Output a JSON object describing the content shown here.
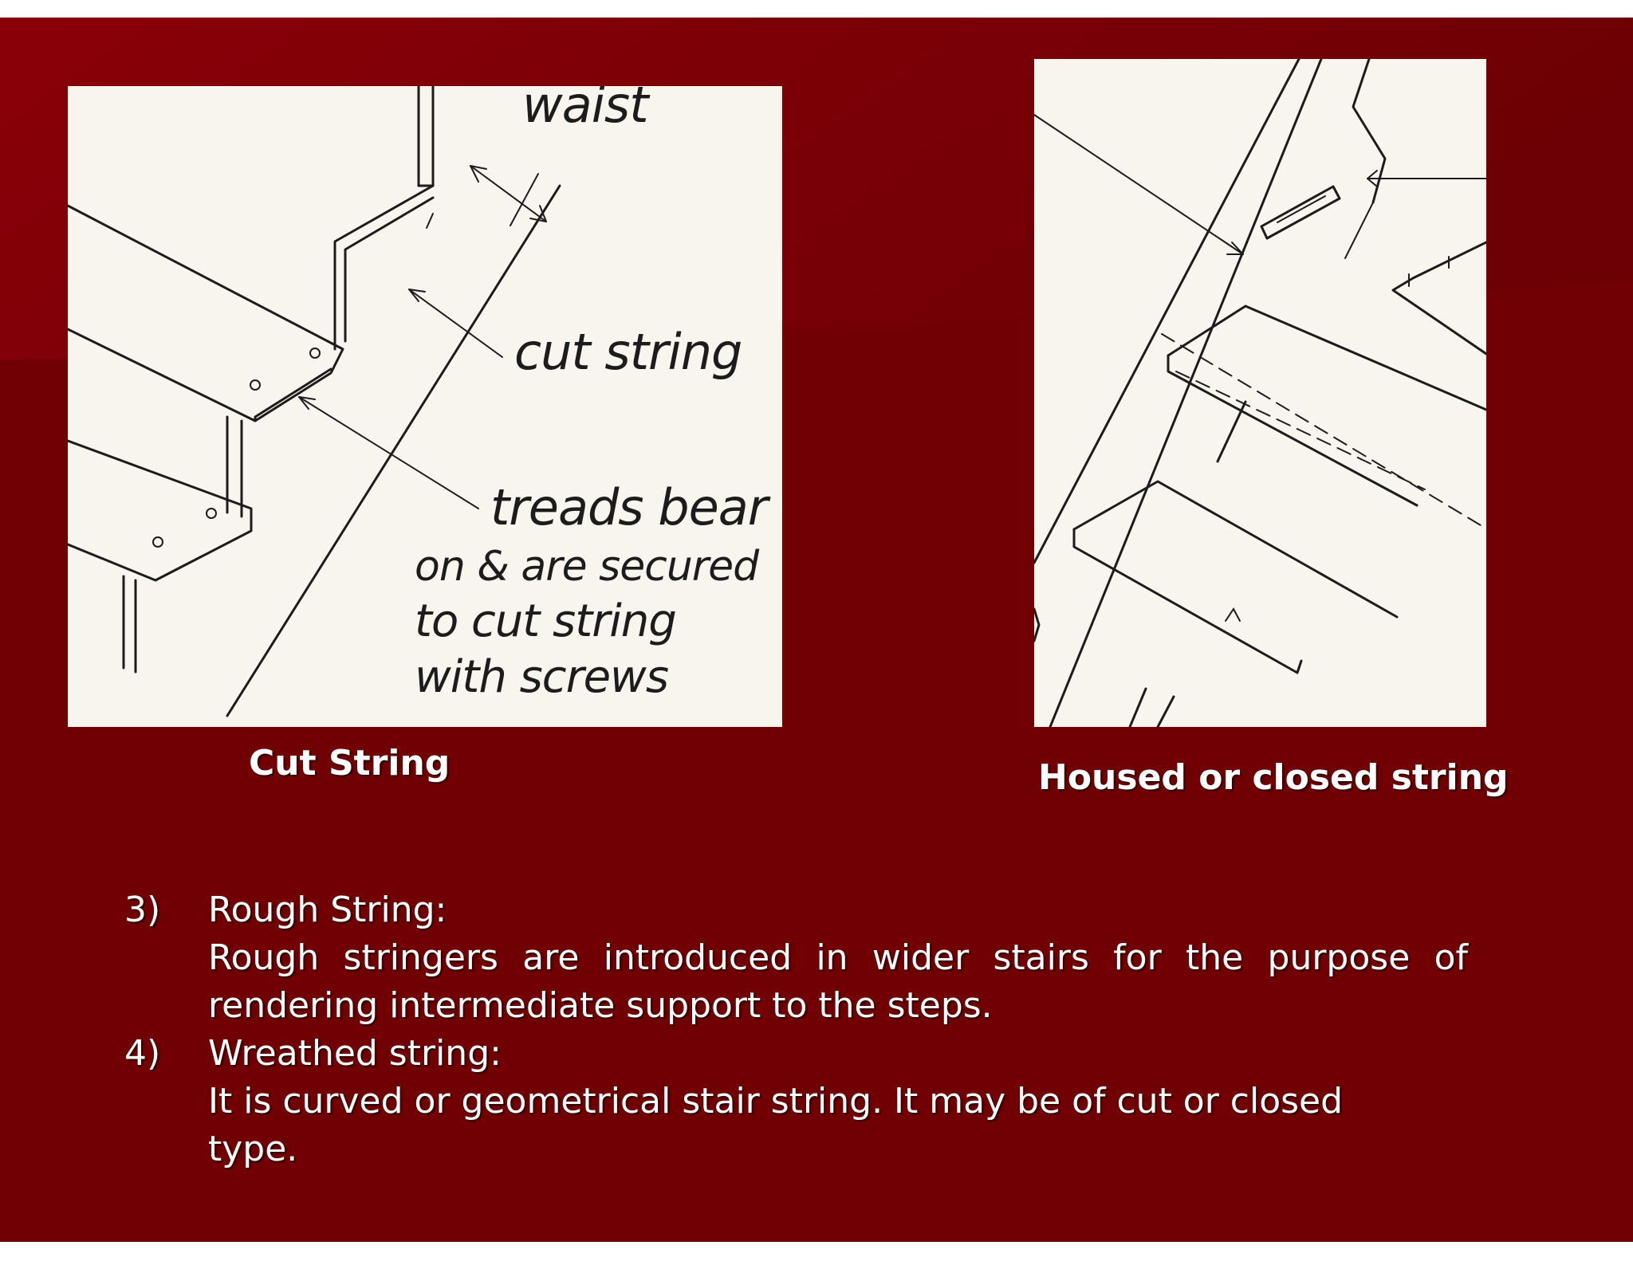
{
  "colors": {
    "slide_background": "#710005",
    "figure_paper": "#f8f4ee"
  },
  "figures": {
    "cut_string": {
      "caption": "Cut String",
      "annotations": {
        "waist": "waist",
        "cut_string": "cut string",
        "treads_line1": "treads bear",
        "treads_line2": "on & are secured",
        "treads_line3": "to cut string",
        "treads_line4": "with screws"
      }
    },
    "housed_string": {
      "caption": "Housed or closed string"
    }
  },
  "list": [
    {
      "number": "3)",
      "heading": "Rough  String:",
      "text": "Rough stringers are introduced in wider stairs for the purpose of rendering intermediate support to the steps."
    },
    {
      "number": "4)",
      "heading": "Wreathed string:",
      "text": "It is curved or geometrical stair string. It may be of cut or closed type."
    }
  ]
}
